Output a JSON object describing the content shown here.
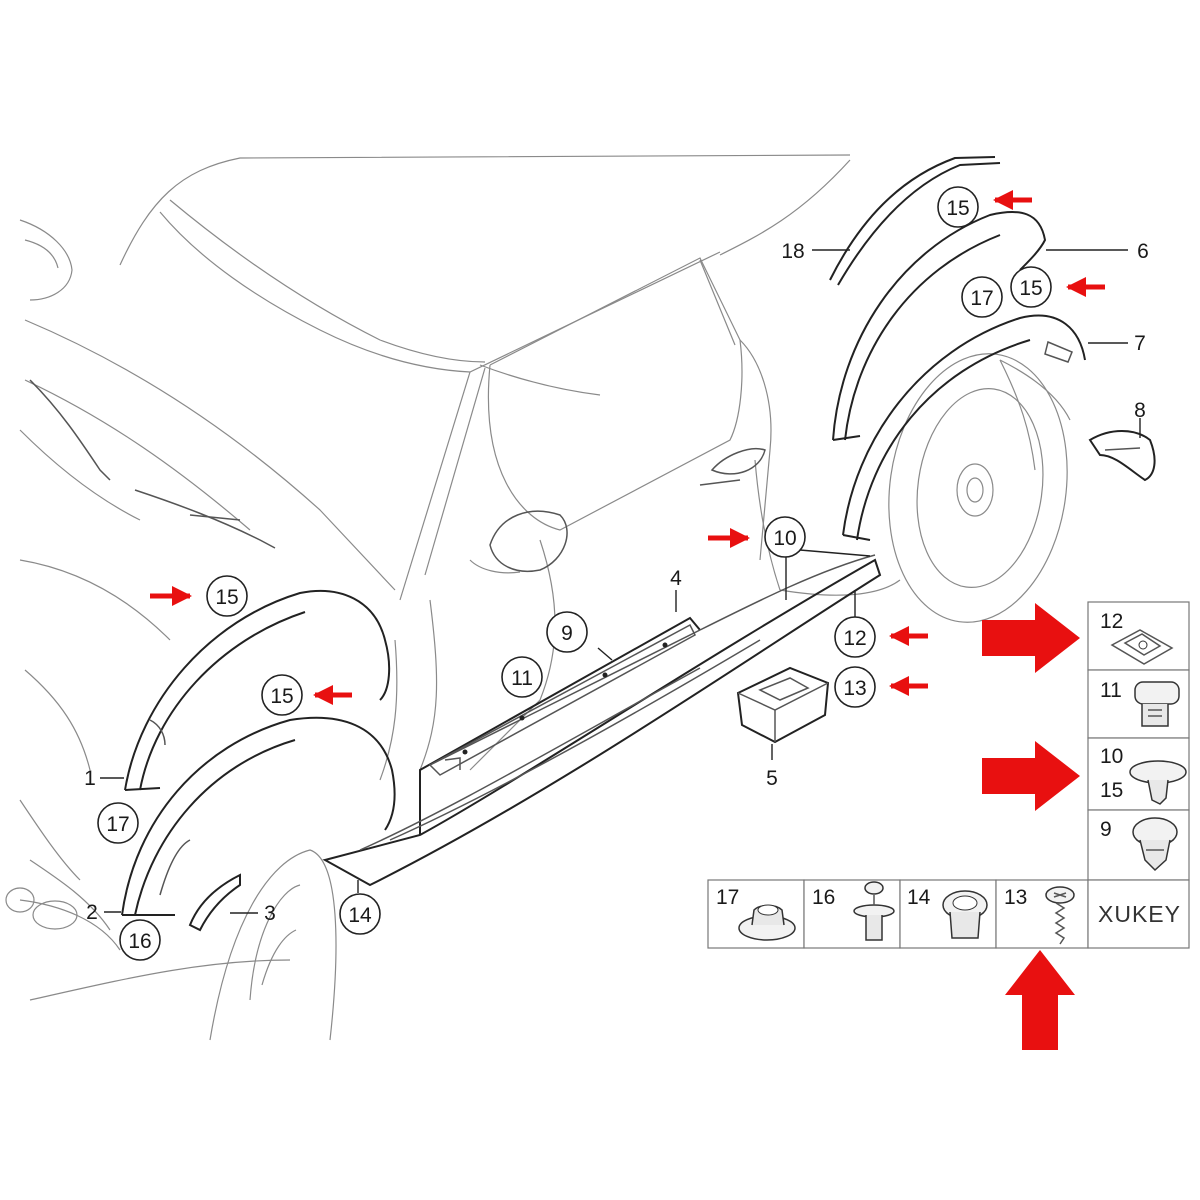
{
  "colors": {
    "arrow": "#e81010",
    "line": "#222222",
    "body_line": "#8a8a8a"
  },
  "callouts": [
    {
      "id": "c15_rear_top",
      "text": "15",
      "circled": true
    },
    {
      "id": "c18",
      "text": "18",
      "circled": false
    },
    {
      "id": "c6",
      "text": "6",
      "circled": false
    },
    {
      "id": "c17_rear",
      "text": "17",
      "circled": true
    },
    {
      "id": "c15_rear_mid",
      "text": "15",
      "circled": true
    },
    {
      "id": "c7",
      "text": "7",
      "circled": false
    },
    {
      "id": "c8",
      "text": "8",
      "circled": false
    },
    {
      "id": "c10",
      "text": "10",
      "circled": true
    },
    {
      "id": "c4",
      "text": "4",
      "circled": false
    },
    {
      "id": "c9",
      "text": "9",
      "circled": true
    },
    {
      "id": "c15_front_top",
      "text": "15",
      "circled": true
    },
    {
      "id": "c11",
      "text": "11",
      "circled": true
    },
    {
      "id": "c12",
      "text": "12",
      "circled": true
    },
    {
      "id": "c13",
      "text": "13",
      "circled": true
    },
    {
      "id": "c15_front_mid",
      "text": "15",
      "circled": true
    },
    {
      "id": "c5",
      "text": "5",
      "circled": false
    },
    {
      "id": "c1",
      "text": "1",
      "circled": false
    },
    {
      "id": "c17_front",
      "text": "17",
      "circled": true
    },
    {
      "id": "c2",
      "text": "2",
      "circled": false
    },
    {
      "id": "c3",
      "text": "3",
      "circled": false
    },
    {
      "id": "c16",
      "text": "16",
      "circled": true
    },
    {
      "id": "c14",
      "text": "14",
      "circled": true
    }
  ],
  "fastener_grid": {
    "right_column": [
      {
        "id": "g12",
        "labels": [
          "12"
        ],
        "icon": "clip-nut-icon"
      },
      {
        "id": "g11",
        "labels": [
          "11"
        ],
        "icon": "expansion-rivet-icon"
      },
      {
        "id": "g10",
        "labels": [
          "10",
          "15"
        ],
        "icon": "push-clip-icon"
      },
      {
        "id": "g9",
        "labels": [
          "9"
        ],
        "icon": "tree-clip-icon"
      }
    ],
    "bottom_row": [
      {
        "id": "g17",
        "labels": [
          "17"
        ],
        "icon": "grommet-icon"
      },
      {
        "id": "g16",
        "labels": [
          "16"
        ],
        "icon": "push-rivet-icon"
      },
      {
        "id": "g14",
        "labels": [
          "14"
        ],
        "icon": "round-clip-icon"
      },
      {
        "id": "g13",
        "labels": [
          "13"
        ],
        "icon": "screw-icon"
      }
    ],
    "brand": "XUKEY"
  }
}
